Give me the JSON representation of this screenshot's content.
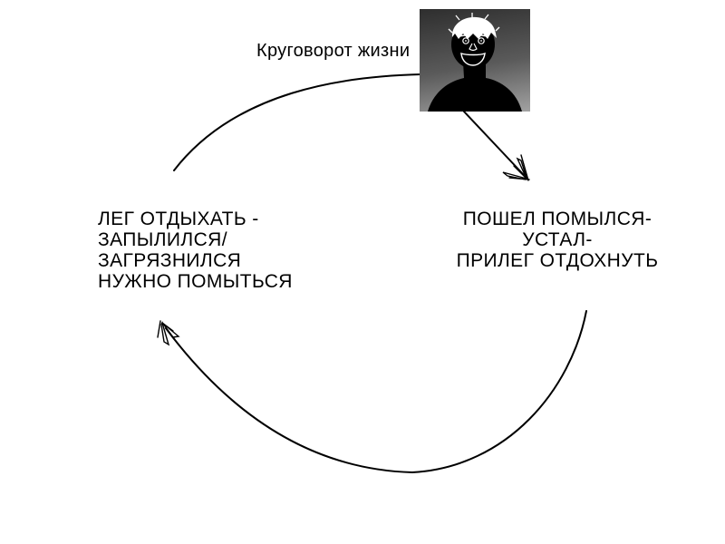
{
  "title": "Круговорот жизни",
  "nodes": {
    "left": {
      "lines": [
        "ЛЕГ ОТДЫХАТЬ -",
        "ЗАПЫЛИЛСЯ/",
        "ЗАГРЯЗНИЛСЯ",
        "НУЖНО ПОМЫТЬСЯ"
      ]
    },
    "right": {
      "lines": [
        "ПОШЕЛ ПОМЫЛСЯ-",
        "УСТАЛ-",
        "ПРИЛЕГ ОТДОХНУТЬ"
      ]
    }
  },
  "icons": {
    "portrait": "person-silhouette-photo",
    "arrowheads": "hand-drawn-scribble-arrowhead"
  },
  "colors": {
    "background": "#ffffff",
    "line": "#000000",
    "text": "#000000",
    "portrait_gradient_top": "#2e2e2e",
    "portrait_gradient_bottom": "#a2a2a2",
    "portrait_silhouette": "#000000",
    "portrait_face_doodle": "#ffffff"
  }
}
